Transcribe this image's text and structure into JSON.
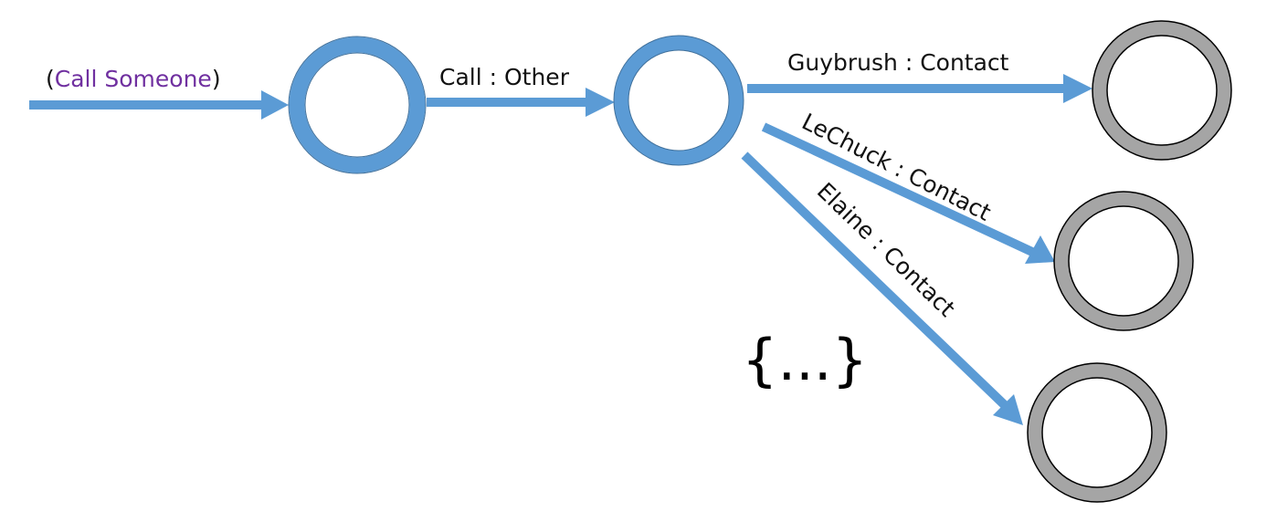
{
  "diagram": {
    "title_label": {
      "open": "(",
      "text": "Call Someone",
      "close": ")"
    },
    "colors": {
      "edge": "#5b9bd5",
      "active_node": "#5b9bd5",
      "active_node_stroke": "#41719c",
      "terminal_node": "#a5a5a5",
      "terminal_node_stroke": "#000000",
      "title_text": "#7030a0"
    },
    "nodes": [
      {
        "id": "start",
        "kind": "active"
      },
      {
        "id": "choose-contact",
        "kind": "active"
      },
      {
        "id": "guybrush",
        "kind": "terminal"
      },
      {
        "id": "lechuck",
        "kind": "terminal"
      },
      {
        "id": "elaine",
        "kind": "terminal"
      }
    ],
    "edges": [
      {
        "from": null,
        "to": "start",
        "label": ""
      },
      {
        "from": "start",
        "to": "choose-contact",
        "label": "Call : Other"
      },
      {
        "from": "choose-contact",
        "to": "guybrush",
        "label": "Guybrush : Contact"
      },
      {
        "from": "choose-contact",
        "to": "lechuck",
        "label": "LeChuck : Contact"
      },
      {
        "from": "choose-contact",
        "to": "elaine",
        "label": "Elaine : Contact"
      }
    ],
    "ellipsis": "{...}"
  }
}
